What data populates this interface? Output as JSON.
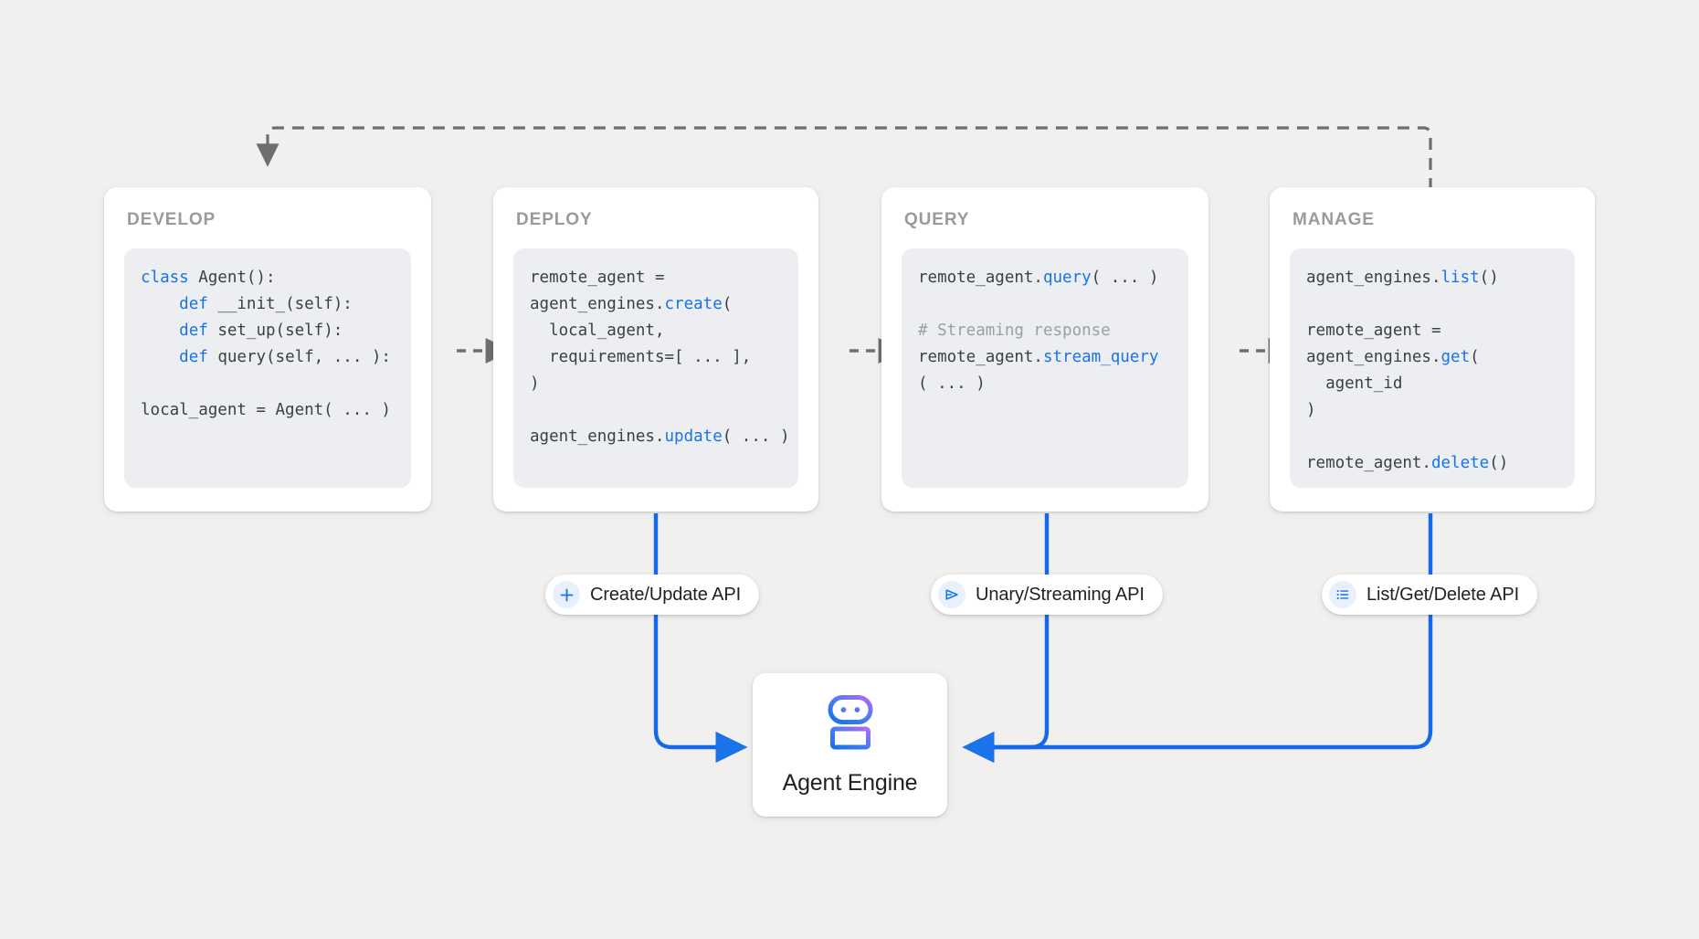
{
  "canvas": {
    "background_color": "#f1f0ee",
    "accent_blue": "#1a73e8",
    "code_keyword_color": "#1a73e8",
    "code_text_color": "#3c4043",
    "comment_color": "#9aa0a6",
    "arrow_gray": "#6e6e6e"
  },
  "stages": [
    {
      "title": "DEVELOP",
      "code_lines": [
        {
          "segments": [
            {
              "t": "class ",
              "c": "kw"
            },
            {
              "t": "Agent():",
              "c": ""
            }
          ]
        },
        {
          "segments": [
            {
              "t": "    ",
              "c": ""
            },
            {
              "t": "def ",
              "c": "kw"
            },
            {
              "t": "__init_(self):",
              "c": ""
            }
          ]
        },
        {
          "segments": [
            {
              "t": "    ",
              "c": ""
            },
            {
              "t": "def ",
              "c": "kw"
            },
            {
              "t": "set_up(self):",
              "c": ""
            }
          ]
        },
        {
          "segments": [
            {
              "t": "    ",
              "c": ""
            },
            {
              "t": "def ",
              "c": "kw"
            },
            {
              "t": "query(self, ... ):",
              "c": ""
            }
          ]
        },
        {
          "segments": [
            {
              "t": "",
              "c": ""
            }
          ]
        },
        {
          "segments": [
            {
              "t": "local_agent = Agent( ... )",
              "c": ""
            }
          ]
        }
      ]
    },
    {
      "title": "DEPLOY",
      "code_lines": [
        {
          "segments": [
            {
              "t": "remote_agent =",
              "c": ""
            }
          ]
        },
        {
          "segments": [
            {
              "t": "agent_engines.",
              "c": ""
            },
            {
              "t": "create",
              "c": "fn"
            },
            {
              "t": "(",
              "c": ""
            }
          ]
        },
        {
          "segments": [
            {
              "t": "  local_agent,",
              "c": ""
            }
          ]
        },
        {
          "segments": [
            {
              "t": "  requirements=[ ... ],",
              "c": ""
            }
          ]
        },
        {
          "segments": [
            {
              "t": ")",
              "c": ""
            }
          ]
        },
        {
          "segments": [
            {
              "t": "",
              "c": ""
            }
          ]
        },
        {
          "segments": [
            {
              "t": "agent_engines.",
              "c": ""
            },
            {
              "t": "update",
              "c": "fn"
            },
            {
              "t": "( ... )",
              "c": ""
            }
          ]
        }
      ]
    },
    {
      "title": "QUERY",
      "code_lines": [
        {
          "segments": [
            {
              "t": "remote_agent.",
              "c": ""
            },
            {
              "t": "query",
              "c": "fn"
            },
            {
              "t": "( ... )",
              "c": ""
            }
          ]
        },
        {
          "segments": [
            {
              "t": "",
              "c": ""
            }
          ]
        },
        {
          "segments": [
            {
              "t": "# Streaming response",
              "c": "cm"
            }
          ]
        },
        {
          "segments": [
            {
              "t": "remote_agent.",
              "c": ""
            },
            {
              "t": "stream_query",
              "c": "fn"
            }
          ]
        },
        {
          "segments": [
            {
              "t": "( ... )",
              "c": ""
            }
          ]
        }
      ]
    },
    {
      "title": "MANAGE",
      "code_lines": [
        {
          "segments": [
            {
              "t": "agent_engines.",
              "c": ""
            },
            {
              "t": "list",
              "c": "fn"
            },
            {
              "t": "()",
              "c": ""
            }
          ]
        },
        {
          "segments": [
            {
              "t": "",
              "c": ""
            }
          ]
        },
        {
          "segments": [
            {
              "t": "remote_agent =",
              "c": ""
            }
          ]
        },
        {
          "segments": [
            {
              "t": "agent_engines.",
              "c": ""
            },
            {
              "t": "get",
              "c": "fn"
            },
            {
              "t": "(",
              "c": ""
            }
          ]
        },
        {
          "segments": [
            {
              "t": "  agent_id",
              "c": ""
            }
          ]
        },
        {
          "segments": [
            {
              "t": ")",
              "c": ""
            }
          ]
        },
        {
          "segments": [
            {
              "t": "",
              "c": ""
            }
          ]
        },
        {
          "segments": [
            {
              "t": "remote_agent.",
              "c": ""
            },
            {
              "t": "delete",
              "c": "fn"
            },
            {
              "t": "()",
              "c": ""
            }
          ]
        }
      ]
    }
  ],
  "api_pills": [
    {
      "label": "Create/Update API",
      "icon": "plus-icon"
    },
    {
      "label": "Unary/Streaming API",
      "icon": "send-icon"
    },
    {
      "label": "List/Get/Delete API",
      "icon": "list-icon"
    }
  ],
  "engine": {
    "label": "Agent Engine",
    "icon": "robot-icon",
    "icon_gradient_from": "#a56cf0",
    "icon_gradient_to": "#1a73e8"
  }
}
